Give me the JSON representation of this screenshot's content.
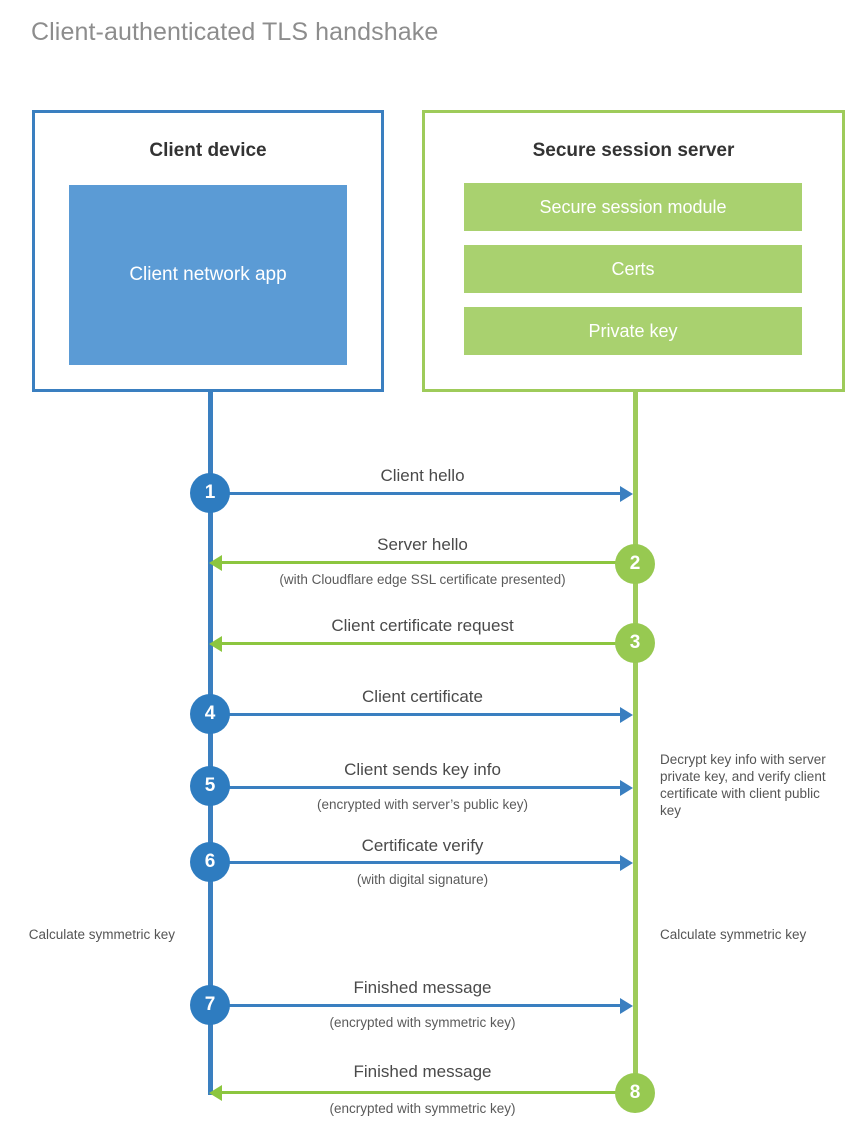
{
  "diagram": {
    "title": "Client-authenticated TLS handshake",
    "type": "sequence",
    "colors": {
      "client_accent": "#3a7fc0",
      "client_fill": "#5b9bd5",
      "client_circle": "#2e7cc0",
      "server_accent": "#9ecb5a",
      "server_fill": "#a9d16f",
      "server_circle": "#97c951",
      "arrow_blue": "#3a7fc0",
      "arrow_green": "#8cc63f",
      "title_color": "#8d8d8d",
      "text_color": "#4a4a4a",
      "background": "#ffffff"
    }
  },
  "actors": {
    "client": {
      "title": "Client device",
      "component": "Client network app"
    },
    "server": {
      "title": "Secure session server",
      "components": [
        "Secure session module",
        "Certs",
        "Private key"
      ]
    }
  },
  "steps": [
    {
      "number": "1",
      "label": "Client hello",
      "sublabel": "",
      "direction": "client-to-server",
      "origin": "client"
    },
    {
      "number": "2",
      "label": "Server hello",
      "sublabel": "(with Cloudflare edge SSL certificate presented)",
      "direction": "server-to-client",
      "origin": "server"
    },
    {
      "number": "3",
      "label": "Client certificate request",
      "sublabel": "",
      "direction": "server-to-client",
      "origin": "server"
    },
    {
      "number": "4",
      "label": "Client certificate",
      "sublabel": "",
      "direction": "client-to-server",
      "origin": "client"
    },
    {
      "number": "5",
      "label": "Client sends key info",
      "sublabel": "(encrypted with server’s public key)",
      "direction": "client-to-server",
      "origin": "client"
    },
    {
      "number": "6",
      "label": "Certificate verify",
      "sublabel": "(with digital signature)",
      "direction": "client-to-server",
      "origin": "client"
    },
    {
      "number": "7",
      "label": "Finished message",
      "sublabel": "(encrypted with symmetric key)",
      "direction": "client-to-server",
      "origin": "client"
    },
    {
      "number": "8",
      "label": "Finished message",
      "sublabel": "(encrypted with symmetric key)",
      "direction": "server-to-client",
      "origin": "server"
    }
  ],
  "notes": [
    {
      "id": "server-decrypt",
      "side": "server",
      "text": "Decrypt key info with server private key, and verify client certificate with client public key"
    },
    {
      "id": "client-calculate",
      "side": "client",
      "text": "Calculate symmetric key"
    },
    {
      "id": "server-calculate",
      "side": "server",
      "text": "Calculate symmetric key"
    }
  ]
}
